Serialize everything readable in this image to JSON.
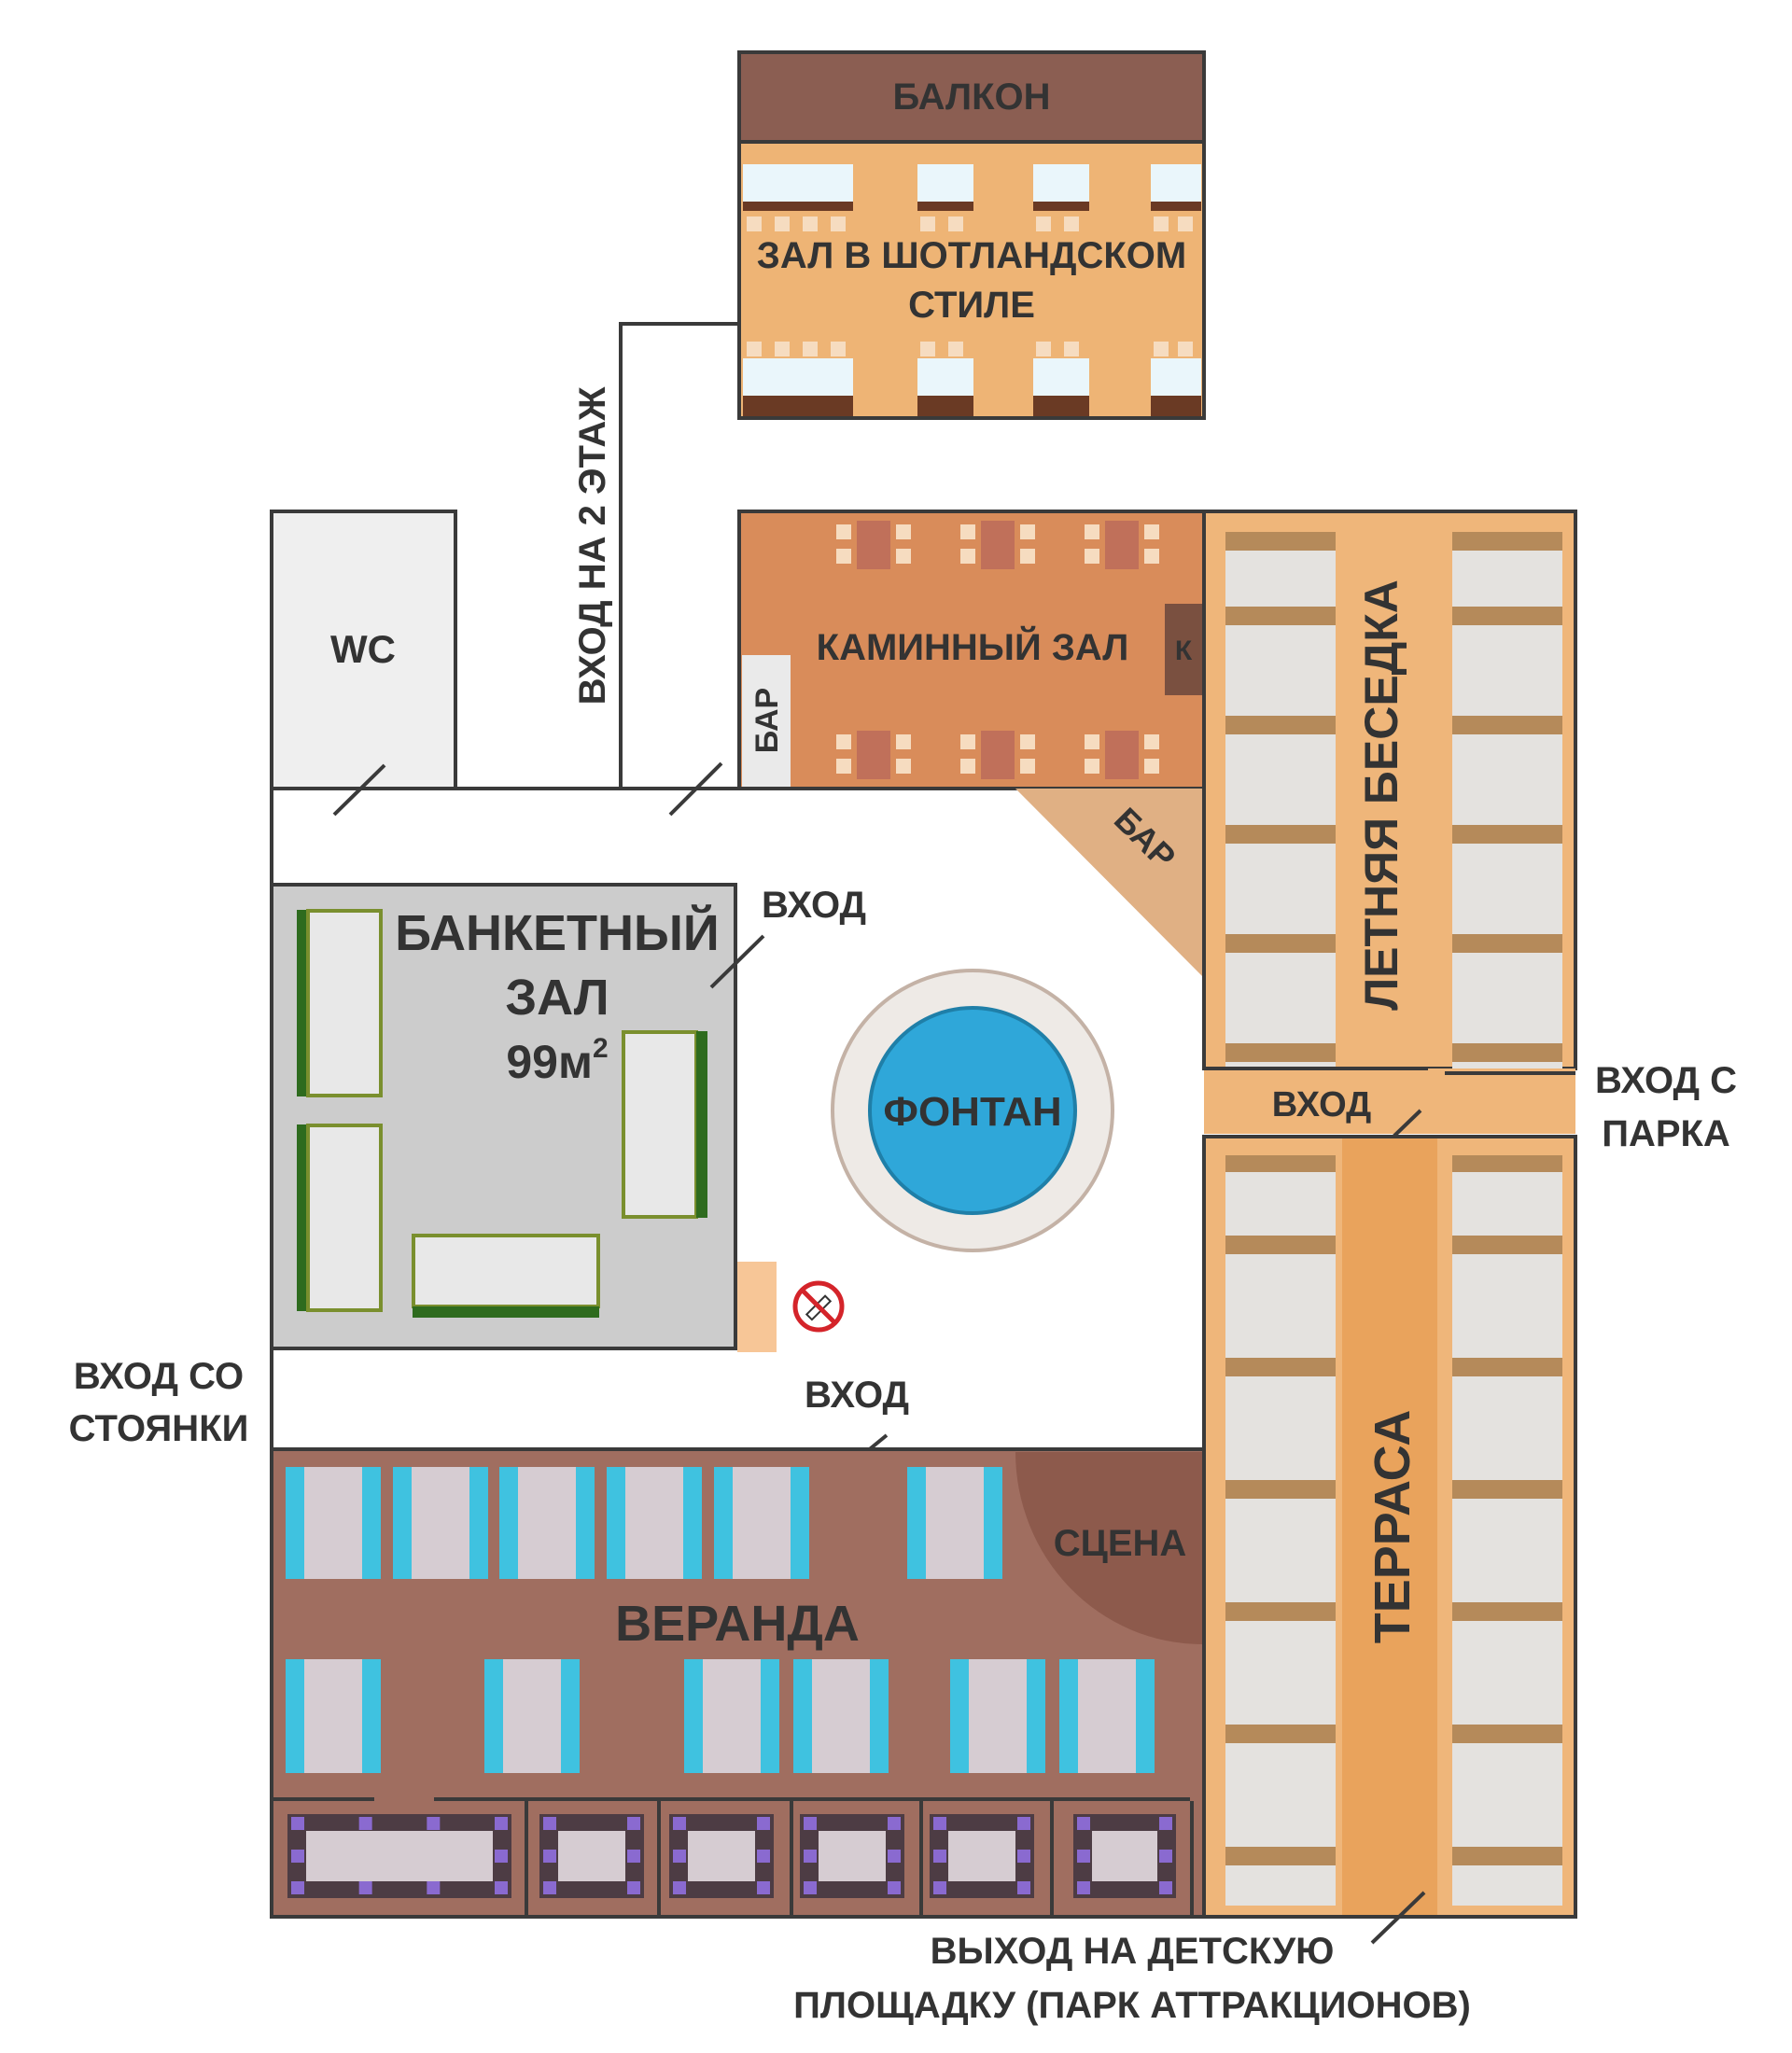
{
  "floor_plan": {
    "balcony": "БАЛКОН",
    "scottish_hall_line1": "ЗАЛ В ШОТЛАНДСКОМ",
    "scottish_hall_line2": "СТИЛЕ",
    "second_floor_entry": "ВХОД НА 2 ЭТАЖ",
    "wc": "WC",
    "fireplace_hall": "КАМИННЫЙ ЗАЛ",
    "fireplace_mark": "К",
    "bar": "БАР",
    "bar_corner": "БАР",
    "summer_gazebo": "ЛЕТНЯЯ БЕСЕДКА",
    "banquet_hall_line1": "БАНКЕТНЫЙ",
    "banquet_hall_line2": "ЗАЛ",
    "banquet_area_value": "99м",
    "banquet_area_sup": "2",
    "entrance_banquet": "ВХОД",
    "fountain": "ФОНТАН",
    "entrance_passage": "ВХОД",
    "park_entry_line1": "ВХОД С",
    "park_entry_line2": "ПАРКА",
    "parking_entry_line1": "ВХОД СО",
    "parking_entry_line2": "СТОЯНКИ",
    "entrance_veranda": "ВХОД",
    "stage": "СЦЕНА",
    "veranda": "ВЕРАНДА",
    "terrace": "ТЕРРАСА",
    "playground_exit_line1": "ВЫХОД НА ДЕТСКУЮ",
    "playground_exit_line2": "ПЛОЩАДКУ (ПАРК АТТРАКЦИОНОВ)",
    "icons": {
      "no_smoking": "no-smoking-icon"
    }
  },
  "colors": {
    "balcony": "#8b5e52",
    "scottish_hall": "#eeb475",
    "fireplace_hall": "#d98c5a",
    "gazebo": "#efb67a",
    "terrace": "#e9a35c",
    "banquet": "#cccccc",
    "veranda": "#a06e60",
    "stage": "#8d5a4c",
    "fountain": "#2fa7d9",
    "bar_corner": "#e0b084"
  }
}
